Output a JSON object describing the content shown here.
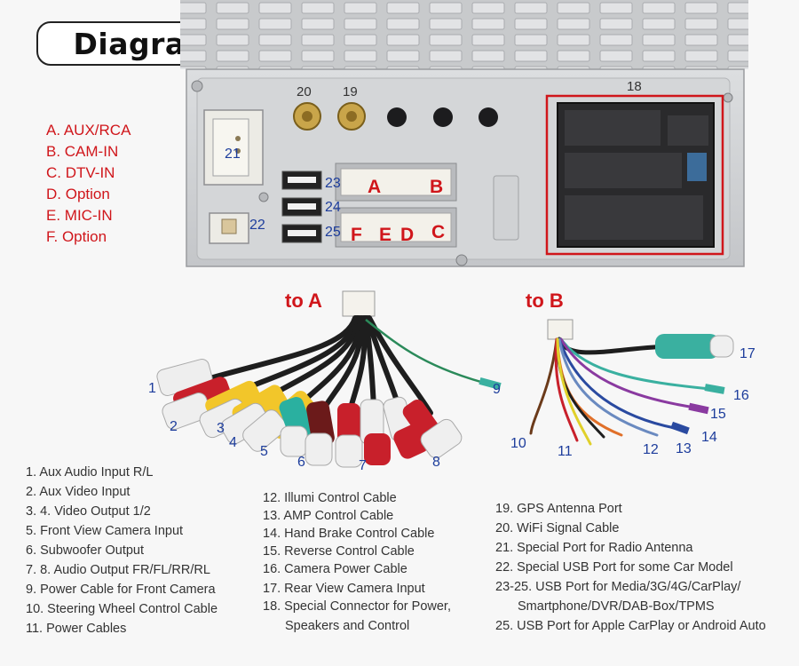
{
  "title": "Diagram",
  "port_legend": [
    "A. AUX/RCA",
    "B. CAM-IN",
    "C. DTV-IN",
    "D. Option",
    "E. MIC-IN",
    "F. Option"
  ],
  "port_letters": [
    "A",
    "B",
    "C",
    "D",
    "E",
    "F"
  ],
  "top_numbers": {
    "n18": "18",
    "n19": "19",
    "n20": "20",
    "n21": "21",
    "n22": "22",
    "n23": "23",
    "n24": "24",
    "n25": "25"
  },
  "harness_labels": {
    "to_a": "to A",
    "to_b": "to B"
  },
  "cable_numbers": {
    "c1": "1",
    "c2": "2",
    "c3": "3",
    "c4": "4",
    "c5": "5",
    "c6": "6",
    "c7": "7",
    "c8": "8",
    "c9": "9",
    "c10": "10",
    "c11": "11",
    "c12": "12",
    "c13": "13",
    "c14": "14",
    "c15": "15",
    "c16": "16",
    "c17": "17"
  },
  "list_col1": [
    "1. Aux Audio Input R/L",
    "2. Aux Video Input",
    "3. 4. Video Output 1/2",
    "5. Front View Camera Input",
    "6. Subwoofer Output",
    "7. 8. Audio Output FR/FL/RR/RL",
    "9. Power Cable for Front Camera",
    "10. Steering Wheel Control Cable",
    "11. Power Cables"
  ],
  "list_col2": [
    "12. Illumi Control Cable",
    "13. AMP Control Cable",
    "14. Hand Brake Control Cable",
    "15. Reverse Control Cable",
    "16. Camera Power Cable",
    "17. Rear View Camera Input",
    "18. Special Connector for Power,",
    "Speakers and Control"
  ],
  "list_col3": [
    "19. GPS Antenna Port",
    "20. WiFi Signal Cable",
    "21. Special Port for Radio Antenna",
    "22. Special USB Port for some Car Model",
    "23-25. USB Port for Media/3G/4G/CarPlay/",
    "Smartphone/DVR/DAB-Box/TPMS",
    "25. USB Port  for Apple CarPlay or  Android Auto"
  ],
  "colors": {
    "accent_red": "#d0161b",
    "number_blue": "#1d3d9c",
    "text_dark": "#333333",
    "panel_gray": "#cfd1d3"
  }
}
